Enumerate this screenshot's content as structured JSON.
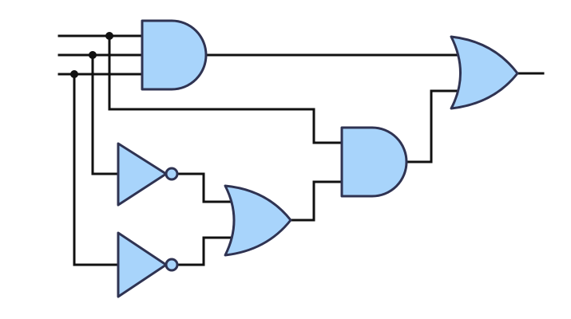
{
  "diagram": {
    "type": "logic-circuit",
    "colors": {
      "gate_fill": "#a8d4fb",
      "gate_stroke": "#2f3352",
      "wire": "#111111",
      "background": "#ffffff"
    },
    "inputs": [
      "input-a",
      "input-b",
      "input-c"
    ],
    "gates": [
      {
        "id": "and-1",
        "kind": "AND",
        "inputs": [
          "input-a",
          "input-b",
          "input-c"
        ]
      },
      {
        "id": "not-1",
        "kind": "NOT",
        "inputs": [
          "input-b"
        ]
      },
      {
        "id": "not-2",
        "kind": "NOT",
        "inputs": [
          "input-c"
        ]
      },
      {
        "id": "or-1",
        "kind": "OR",
        "inputs": [
          "not-1",
          "not-2"
        ]
      },
      {
        "id": "and-2",
        "kind": "AND",
        "inputs": [
          "input-a",
          "or-1"
        ]
      },
      {
        "id": "or-2",
        "kind": "OR",
        "inputs": [
          "and-1",
          "and-2"
        ]
      }
    ],
    "output": "or-2",
    "junction_count": 3
  }
}
